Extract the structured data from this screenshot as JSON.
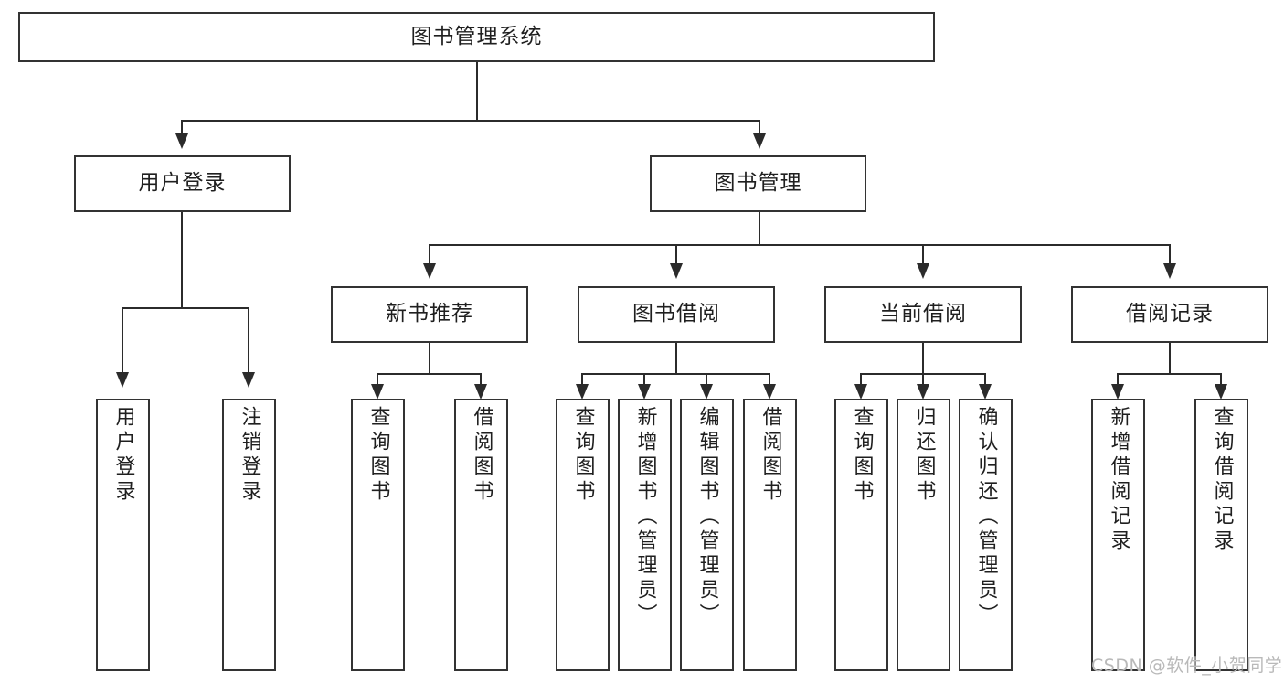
{
  "diagram": {
    "type": "tree-hierarchy-chart",
    "title": "图书管理系统",
    "orientation": "top-down",
    "box_fill": "#ffffff",
    "box_stroke": "#333333",
    "connector_color": "#2b2b2b"
  },
  "root": {
    "label": "图书管理系统"
  },
  "level2": [
    {
      "label": "用户登录"
    },
    {
      "label": "图书管理"
    }
  ],
  "level3": [
    {
      "label": "新书推荐"
    },
    {
      "label": "图书借阅"
    },
    {
      "label": "当前借阅"
    },
    {
      "label": "借阅记录"
    }
  ],
  "leaves": {
    "user_login": [
      {
        "label": "用户登录"
      },
      {
        "label": "注销登录"
      }
    ],
    "new_book_recommend": [
      {
        "label": "查询图书"
      },
      {
        "label": "借阅图书"
      }
    ],
    "book_borrow": [
      {
        "label": "查询图书"
      },
      {
        "label": "新增图书（管理员）"
      },
      {
        "label": "编辑图书（管理员）"
      },
      {
        "label": "借阅图书"
      }
    ],
    "current_borrow": [
      {
        "label": "查询图书"
      },
      {
        "label": "归还图书"
      },
      {
        "label": "确认归还（管理员）"
      }
    ],
    "borrow_records": [
      {
        "label": "新增借阅记录"
      },
      {
        "label": "查询借阅记录"
      }
    ]
  },
  "watermark": {
    "text": "CSDN @软件_小贺同学",
    "color": "#b9b9b9"
  }
}
